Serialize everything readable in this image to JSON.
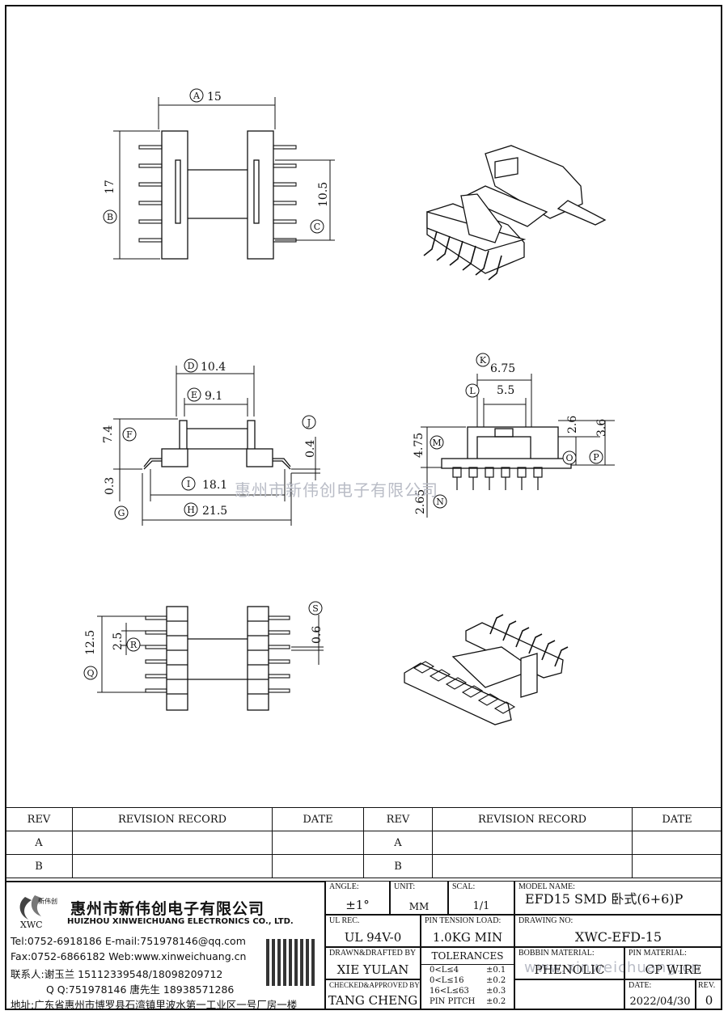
{
  "dimensions": {
    "A": {
      "letter": "A",
      "value": "15"
    },
    "B": {
      "letter": "B",
      "value": "17"
    },
    "C": {
      "letter": "C",
      "value": "10.5"
    },
    "D": {
      "letter": "D",
      "value": "10.4"
    },
    "E": {
      "letter": "E",
      "value": "9.1"
    },
    "F": {
      "letter": "F",
      "value": "7.4"
    },
    "G": {
      "letter": "G",
      "value": "0.3"
    },
    "I": {
      "letter": "I",
      "value": "18.1"
    },
    "H": {
      "letter": "H",
      "value": "21.5"
    },
    "J": {
      "letter": "J",
      "value": "0.4"
    },
    "K": {
      "letter": "K",
      "value": "6.75"
    },
    "L": {
      "letter": "L",
      "value": "5.5"
    },
    "M": {
      "letter": "M",
      "value": "4.75"
    },
    "N": {
      "letter": "N",
      "value": "2.65"
    },
    "O": {
      "letter": "O",
      "value": "2.6"
    },
    "P": {
      "letter": "P",
      "value": "3.6"
    },
    "Q": {
      "letter": "Q",
      "value": "12.5"
    },
    "R": {
      "letter": "R",
      "value": "2.5"
    },
    "S": {
      "letter": "S",
      "value": "0.6"
    }
  },
  "watermark": "惠州市新伟创电子有限公司",
  "watermark_url": "www.xinweichuang.cn",
  "revision_table": {
    "headers": [
      "REV",
      "REVISION RECORD",
      "DATE",
      "REV",
      "REVISION RECORD",
      "DATE"
    ],
    "rows": [
      [
        "A",
        "",
        "",
        "A",
        "",
        ""
      ],
      [
        "B",
        "",
        "",
        "B",
        "",
        ""
      ]
    ]
  },
  "company": {
    "logo_text": "新伟创",
    "logo_abbr": "XWC",
    "name_cn": "惠州市新伟创电子有限公司",
    "name_en": "HUIZHOU XINWEICHUANG ELECTRONICS CO., LTD.",
    "tel": "Tel:0752-6918186 E-mail:751978146@qq.com",
    "fax": "Fax:0752-6866182 Web:www.xinweichuang.cn",
    "contact": "联系人:谢玉兰 15112339548/18098209712",
    "qq": "Q Q:751978146     唐先生 18938571286",
    "address": "地址:广东省惠州市博罗县石湾镇里波水第一工业区一号厂房一楼"
  },
  "title_block": {
    "angle_label": "ANGLE:",
    "angle_value": "±1°",
    "unit_label": "UNIT:",
    "unit_value": "MM",
    "scale_label": "SCAL:",
    "scale_value": "1/1",
    "model_label": "MODEL NAME:",
    "model_value": "EFD15 SMD 卧式(6+6)P",
    "ul_label": "UL REC.",
    "ul_value": "UL 94V-0",
    "pin_tension_label": "PIN TENSION LOAD:",
    "pin_tension_value": "1.0KG MIN",
    "drawing_no_label": "DRAWING NO:",
    "drawing_no_value": "XWC-EFD-15",
    "drawn_label": "DRAWN&DRAFTED BY",
    "drawn_value": "XIE YULAN",
    "tolerances_label": "TOLERANCES",
    "tolerances": [
      {
        "range": "0<L≤4",
        "value": "±0.1"
      },
      {
        "range": "0<L≤16",
        "value": "±0.2"
      },
      {
        "range": "16<L≤63",
        "value": "±0.3"
      },
      {
        "range": "PIN PITCH",
        "value": "±0.2"
      }
    ],
    "bobbin_label": "BOBBIN MATERIAL:",
    "bobbin_value": "PHENOLIC",
    "pin_material_label": "PIN MATERIAL:",
    "pin_material_value": "CP WIRE",
    "checked_label": "CHECKED&APPROVED BY",
    "checked_value": "TANG CHENG",
    "date_label": "DATE:",
    "date_value": "2022/04/30",
    "rev_label": "REV.",
    "rev_value": "0"
  }
}
